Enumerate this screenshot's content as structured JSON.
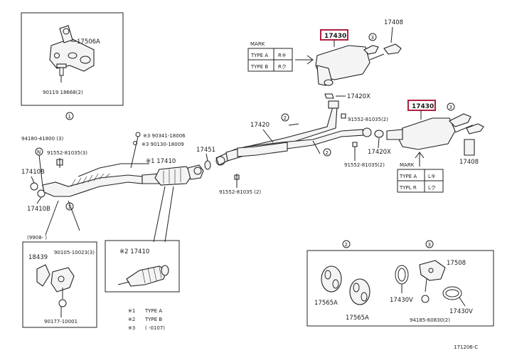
{
  "highlight_color": "#b02040",
  "figure_code": "171206-C",
  "mark_table_a": {
    "header": "MARK",
    "rows": [
      [
        "TYPE A",
        "Rキ"
      ],
      [
        "TYPE B",
        "Rク"
      ]
    ]
  },
  "mark_table_b": {
    "header": "MARK",
    "rows": [
      [
        "TYPE A",
        "Lキ"
      ],
      [
        "TYPL R",
        "Lク"
      ]
    ]
  },
  "legend": [
    [
      "※1",
      "TYPE A"
    ],
    [
      "※2",
      "TYPE B"
    ],
    [
      "※3",
      "(     -0107)"
    ]
  ],
  "inset_date": "(9908-      )",
  "labels": {
    "p17430_top": "17430",
    "p17430_right": "17430",
    "p17408_top": "17408",
    "p17408_right": "17408",
    "p17420x_top": "17420X",
    "p17420x_mid": "17420X",
    "p17420": "17420",
    "p17410": "※1 17410",
    "p17410_inset": "※2 17410",
    "p17451": "17451",
    "p17506a": "17506A",
    "p90119": "90119  18668(2)",
    "p94180": "94180-41800 (3)",
    "p91552_left": "91552-81035(3)",
    "p91552_top": "91552-81035(2)",
    "p91552_mid": "91552-81035(2)",
    "p91552_bottom": "91552-81035 (2)",
    "p17410b_a": "17410B",
    "p17410b_b": "17410B",
    "p90341": "※3  90341-18006",
    "p90130": "※3  90130-18009",
    "p18439": "18439",
    "p90105": "90105-10023(3)",
    "p90177": "90177-10001",
    "p17565a_a": "17565A",
    "p17565a_b": "17565A",
    "p17430v_a": "17430V",
    "p17430v_b": "17430V",
    "p17508": "17508",
    "p94185": "94185-60830(2)",
    "circle_1": "1",
    "circle_2": "2",
    "circle_3": "3"
  }
}
